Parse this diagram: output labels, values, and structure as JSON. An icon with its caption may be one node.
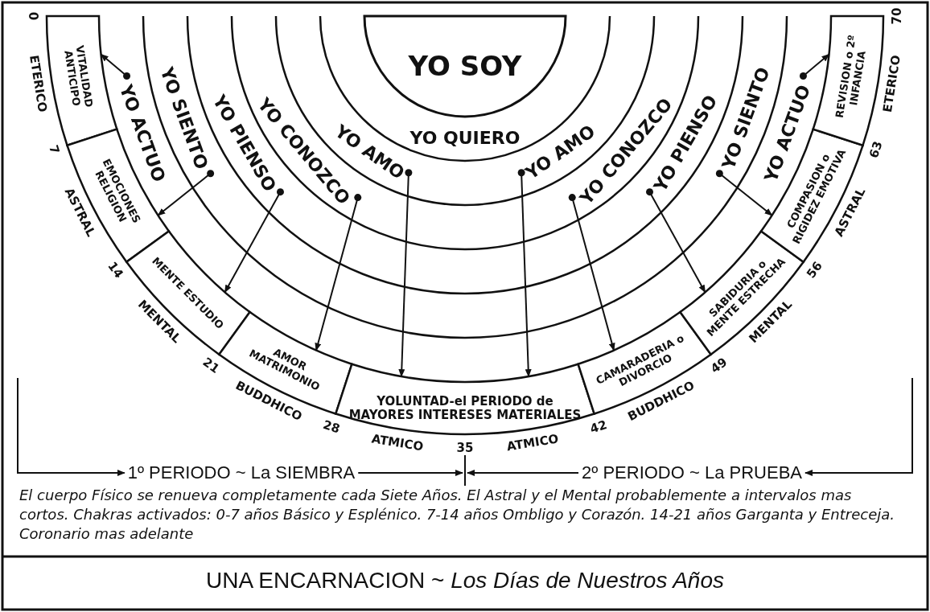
{
  "diagram": {
    "title": "UNA ENCARNACION ~ *Los Días de Nuestros Años*",
    "nodes": [
      {
        "text": [
          "YO SOY"
        ]
      },
      {
        "text": [
          "YO QUIERO"
        ]
      },
      {
        "text": [
          "YO ACTUO"
        ]
      },
      {
        "text": [
          "YO SIENTO"
        ]
      },
      {
        "text": [
          "YO PIENSO"
        ]
      },
      {
        "text": [
          "YO CONOZCO"
        ]
      },
      {
        "text": [
          "YO AMO"
        ]
      },
      {
        "text": [
          "YO AMO"
        ]
      },
      {
        "text": [
          "YO CONOZCO"
        ]
      },
      {
        "text": [
          "YO PIENSO"
        ]
      },
      {
        "text": [
          "YO SIENTO"
        ]
      },
      {
        "text": [
          "YO ACTUO"
        ]
      },
      {
        "text": [
          "VITALIDAD ANTICIPO"
        ]
      },
      {
        "text": [
          "EMOCIONES RELIGION"
        ]
      },
      {
        "text": [
          "MENTE ESTUDIO"
        ]
      },
      {
        "text": [
          "AMOR MATRIMONIO"
        ]
      },
      {
        "text": [
          "YOLUNTAD-el PERIODO de MAYORES INTERESES MATERIALES"
        ]
      },
      {
        "text": [
          "CAMARADERIA o DIVORCIO"
        ]
      },
      {
        "text": [
          "SABIDURIA o MENTE ESTRECHA"
        ]
      },
      {
        "text": [
          "COMPASION o RIGIDEZ EMOTIVA"
        ]
      },
      {
        "text": [
          "REVISION o 2º INFANCIA"
        ]
      }
    ],
    "edges": [
      {
        "from": 2,
        "to": 12,
        "arrow": "to"
      },
      {
        "from": 3,
        "to": 13,
        "arrow": "to"
      },
      {
        "from": 4,
        "to": 14,
        "arrow": "to"
      },
      {
        "from": 5,
        "to": 15,
        "arrow": "to"
      },
      {
        "from": 6,
        "to": 16,
        "arrow": "to"
      },
      {
        "from": 7,
        "to": 16,
        "arrow": "to"
      },
      {
        "from": 8,
        "to": 17,
        "arrow": "to"
      },
      {
        "from": 9,
        "to": 18,
        "arrow": "to"
      },
      {
        "from": 10,
        "to": 19,
        "arrow": "to"
      },
      {
        "from": 11,
        "to": 20,
        "arrow": "to"
      }
    ],
    "labels": [
      "0",
      "ETERICO",
      "7",
      "ASTRAL",
      "14",
      "MENTAL",
      "21",
      "BUDDHICO",
      "28",
      "ATMICO",
      "35",
      "ATMICO",
      "42",
      "BUDDHICO",
      "49",
      "MENTAL",
      "56",
      "ASTRAL",
      "63",
      "ETERICO",
      "70",
      "1º PERIODO ~ La SIEMBRA",
      "2º PERIODO ~ La PRUEBA",
      "El cuerpo Físico se renueva completamente cada Siete Años. El Astral y el Mental probablemente a intervalos mas cortos. Chakras activados: 0-7 años Básico y Esplénico. 7-14 años Ombligo y Corazón. 14-21 años Garganta y Entreceja. Coronario mas adelante"
    ]
  }
}
